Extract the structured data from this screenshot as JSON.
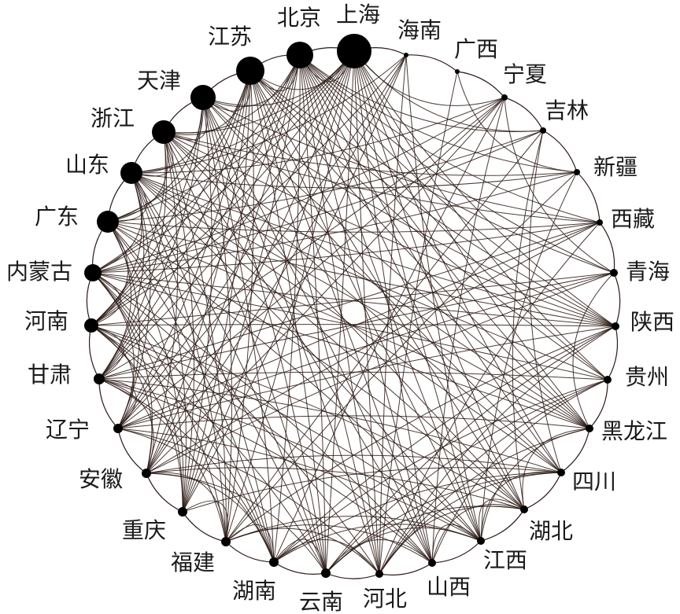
{
  "network": {
    "type": "circular-network",
    "nodes": [
      {
        "label": "上海",
        "rank": 1
      },
      {
        "label": "北京",
        "rank": 2
      },
      {
        "label": "江苏",
        "rank": 3
      },
      {
        "label": "天津",
        "rank": 4
      },
      {
        "label": "浙江",
        "rank": 5
      },
      {
        "label": "山东",
        "rank": 6
      },
      {
        "label": "广东",
        "rank": 7
      },
      {
        "label": "内蒙古",
        "rank": 8
      },
      {
        "label": "河南",
        "rank": 9
      },
      {
        "label": "甘肃",
        "rank": 10
      },
      {
        "label": "辽宁",
        "rank": 11
      },
      {
        "label": "安徽",
        "rank": 12
      },
      {
        "label": "重庆",
        "rank": 13
      },
      {
        "label": "福建",
        "rank": 14
      },
      {
        "label": "湖南",
        "rank": 15
      },
      {
        "label": "云南",
        "rank": 16
      },
      {
        "label": "河北",
        "rank": 17
      },
      {
        "label": "山西",
        "rank": 18
      },
      {
        "label": "江西",
        "rank": 19
      },
      {
        "label": "湖北",
        "rank": 20
      },
      {
        "label": "四川",
        "rank": 21
      },
      {
        "label": "黑龙江",
        "rank": 22
      },
      {
        "label": "贵州",
        "rank": 23
      },
      {
        "label": "陕西",
        "rank": 24
      },
      {
        "label": "青海",
        "rank": 25
      },
      {
        "label": "西藏",
        "rank": 26
      },
      {
        "label": "新疆",
        "rank": 27
      },
      {
        "label": "吉林",
        "rank": 28
      },
      {
        "label": "宁夏",
        "rank": 29
      },
      {
        "label": "广西",
        "rank": 30
      },
      {
        "label": "海南",
        "rank": 31
      }
    ]
  },
  "colors": {
    "edge": "#2b1a14",
    "node": "#000000",
    "label": "#1a1a1a"
  }
}
